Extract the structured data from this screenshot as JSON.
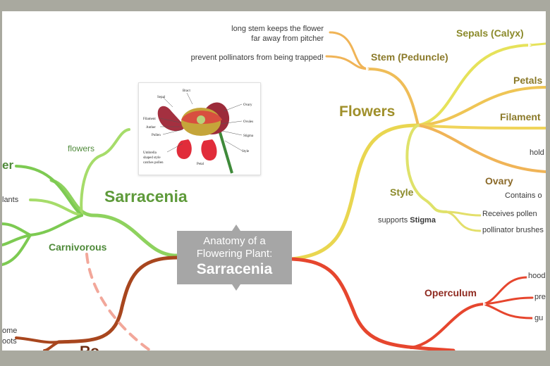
{
  "center": {
    "line1": "Anatomy of a",
    "line2": "Flowering Plant:",
    "line3": "Sarracenia"
  },
  "branches": {
    "flowers": "Flowers",
    "stem": "Stem (Peduncle)",
    "sepals": "Sepals (Calyx)",
    "petals": "Petals",
    "filament": "Filament",
    "ovary": "Ovary",
    "style": "Style",
    "operculum": "Operculum",
    "sarracenia": "Sarracenia",
    "carnivorous": "Carnivorous",
    "flowers_small": "flowers"
  },
  "notes": {
    "stem_note_1": "long stem keeps the flower",
    "stem_note_2": "far away from pitcher",
    "stem_note_3": "prevent pollinators from being trapped!",
    "ovary_note": "hold",
    "ovary_contains": "Contains o",
    "style_supports": "supports",
    "style_stigma": "Stigma",
    "receives_pollen": "Receives pollen",
    "pollinator_brushes": "pollinator brushes",
    "op1": "hood",
    "op2": "pre",
    "op3": "gu",
    "left_er": "er",
    "left_lants": "lants",
    "left_ome": "ome",
    "left_oots": "oots",
    "left_ro": "Ro"
  },
  "diagram_labels": {
    "sepal": "Sepal",
    "bract": "Bract",
    "ovary": "Ovary",
    "ovules": "Ovules",
    "filament": "Filament",
    "anther": "Anther",
    "pollen": "Pollen",
    "stigma": "Stigma",
    "style": "Style",
    "umbrella1": "Umbrella",
    "umbrella2": "shaped style",
    "umbrella3": "catches pollen",
    "petal": "Petal"
  },
  "colors": {
    "yellow": "#e6d84a",
    "orange": "#eeb056",
    "red": "#e6462e",
    "green": "#8ed25e",
    "brown": "#a8461e",
    "pink_dash": "#f0a59a"
  }
}
